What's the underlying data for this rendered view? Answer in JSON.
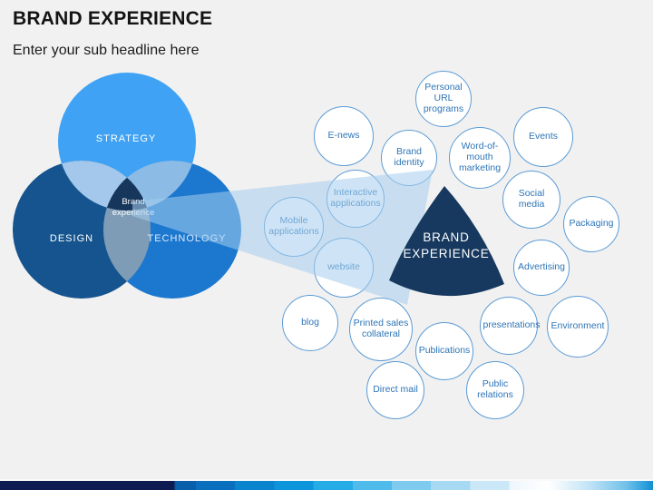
{
  "slide": {
    "title": "BRAND EXPERIENCE",
    "subtitle": "Enter your sub headline here"
  },
  "venn": {
    "strategy_label": "STRATEGY",
    "design_label": "DESIGN",
    "technology_label": "TECHNOLOGY",
    "center_label": "Brand experience"
  },
  "hub": {
    "label": "BRAND EXPERIENCE"
  },
  "touchpoints": [
    {
      "label": "Personal URL programs"
    },
    {
      "label": "E-news"
    },
    {
      "label": "Brand identity"
    },
    {
      "label": "Word-of-mouth marketing"
    },
    {
      "label": "Events"
    },
    {
      "label": "Interactive applications"
    },
    {
      "label": "Social media"
    },
    {
      "label": "Packaging"
    },
    {
      "label": "Mobile applications"
    },
    {
      "label": "Advertising"
    },
    {
      "label": "website"
    },
    {
      "label": "presentations"
    },
    {
      "label": "Environment"
    },
    {
      "label": "blog"
    },
    {
      "label": "Printed sales collateral"
    },
    {
      "label": "Publications"
    },
    {
      "label": "Direct mail"
    },
    {
      "label": "Public relations"
    }
  ],
  "colors": {
    "background": "#F1F1F1",
    "strategy_circle": "#3FA2F4",
    "design_circle": "#15548E",
    "technology_circle": "#1C78CE",
    "overlap_strategy_design": "#A3C8EB",
    "overlap_strategy_technology": "#8CBBE5",
    "overlap_design_technology": "#7E9CB5",
    "venn_center": "#16365C",
    "hub_shape": "#17395F",
    "beam": "#A5CDEE",
    "circle_border": "#5B9BD5",
    "circle_text": "#2E75B6",
    "footer_navy": "#0D1B52",
    "footer_blue": "#128ED3"
  }
}
